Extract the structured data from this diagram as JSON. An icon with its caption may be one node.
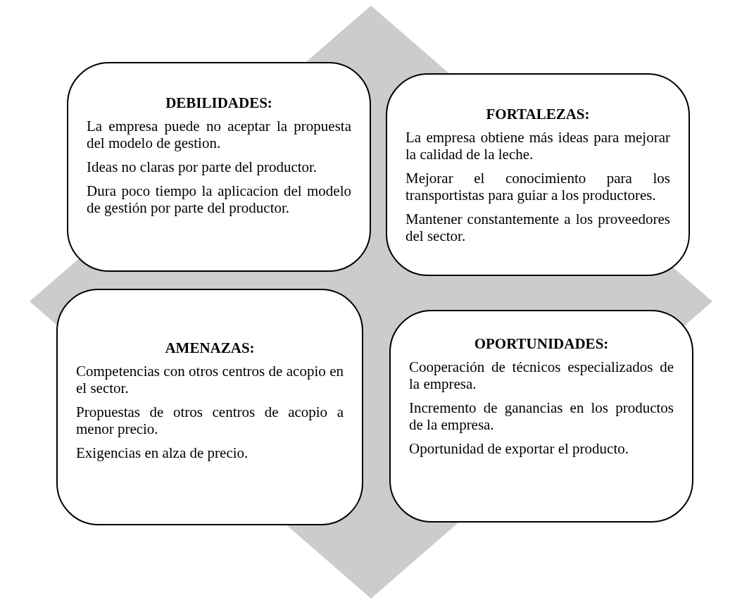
{
  "diagram": {
    "nodes": [
      {
        "text": [
          "DEBILIDADES:",
          "La empresa puede no aceptar la propuesta del modelo de gestion.",
          "Ideas no claras por parte del productor.",
          "Dura poco tiempo la aplicacion del modelo de gestión por parte del productor."
        ]
      },
      {
        "text": [
          "FORTALEZAS:",
          "La empresa obtiene más ideas para mejorar la calidad de la leche.",
          "Mejorar el conocimiento para los transportistas para guiar a los productores.",
          "Mantener constantemente a los proveedores del sector."
        ]
      },
      {
        "text": [
          "AMENAZAS:",
          "Competencias con otros centros de acopio en el sector.",
          "Propuestas de otros centros de acopio a menor precio.",
          "Exigencias en alza de precio."
        ]
      },
      {
        "text": [
          "OPORTUNIDADES:",
          "Cooperación de técnicos especializados de la empresa.",
          "Incremento de ganancias en los productos de la empresa.",
          "Oportunidad de exportar el producto."
        ]
      }
    ],
    "edges": []
  }
}
